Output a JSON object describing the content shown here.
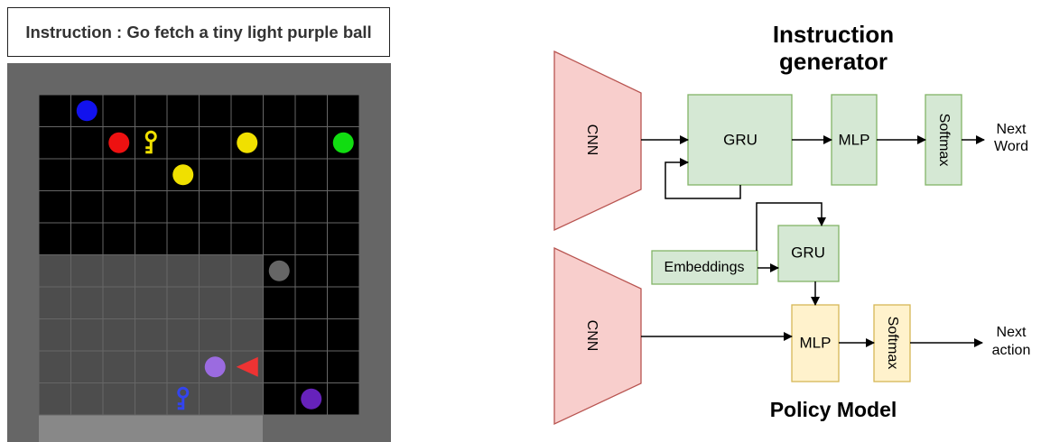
{
  "instruction": {
    "text": "Instruction : Go fetch a tiny light purple ball"
  },
  "grid": {
    "rows": 10,
    "cols": 10,
    "floor_color": "#000000",
    "grid_line_color": "#666666",
    "dark_region_color": "#4d4d4d",
    "wall_color": "#666666",
    "bottom_strip_color": "#888888",
    "objects": [
      {
        "name": "ball-blue",
        "type": "ball",
        "row": 0,
        "col": 1,
        "color": "#1212ee"
      },
      {
        "name": "ball-red",
        "type": "ball",
        "row": 1,
        "col": 2,
        "color": "#ee1111"
      },
      {
        "name": "key-yellow",
        "type": "key",
        "row": 1,
        "col": 3,
        "color": "#f0e000"
      },
      {
        "name": "ball-yellow-1",
        "type": "ball",
        "row": 1,
        "col": 6,
        "color": "#f0e000"
      },
      {
        "name": "ball-green",
        "type": "ball",
        "row": 1,
        "col": 9,
        "color": "#11dd11"
      },
      {
        "name": "ball-yellow-2",
        "type": "ball",
        "row": 2,
        "col": 4,
        "color": "#f0e000"
      },
      {
        "name": "ball-grey",
        "type": "ball",
        "row": 5,
        "col": 7,
        "color": "#666666"
      },
      {
        "name": "ball-light-purple",
        "type": "ball",
        "row": 8,
        "col": 5,
        "color": "#9b6be0"
      },
      {
        "name": "agent",
        "type": "agent",
        "row": 8,
        "col": 6,
        "color": "#ee3333"
      },
      {
        "name": "key-blue",
        "type": "key",
        "row": 9,
        "col": 4,
        "color": "#3344ee"
      },
      {
        "name": "ball-purple",
        "type": "ball",
        "row": 9,
        "col": 8,
        "color": "#6622bb"
      }
    ]
  },
  "diagram": {
    "sections": {
      "instruction_generator": "Instruction\ngenerator",
      "policy_model": "Policy Model"
    },
    "nodes": {
      "cnn_top": "CNN",
      "gru_top": "GRU",
      "mlp_top": "MLP",
      "softmax_top": "Softmax",
      "out_word": "Next\nWord",
      "gru_mid": "GRU",
      "embeddings": "Embeddings",
      "cnn_bottom": "CNN",
      "mlp_bottom": "MLP",
      "softmax_bottom": "Softmax",
      "out_action": "Next\naction"
    },
    "colors": {
      "cnn_fill": "#f8cecc",
      "cnn_stroke": "#b85450",
      "green_fill": "#d5e8d4",
      "green_stroke": "#82b366",
      "yellow_fill": "#fff2cc",
      "yellow_stroke": "#d6b656"
    }
  }
}
